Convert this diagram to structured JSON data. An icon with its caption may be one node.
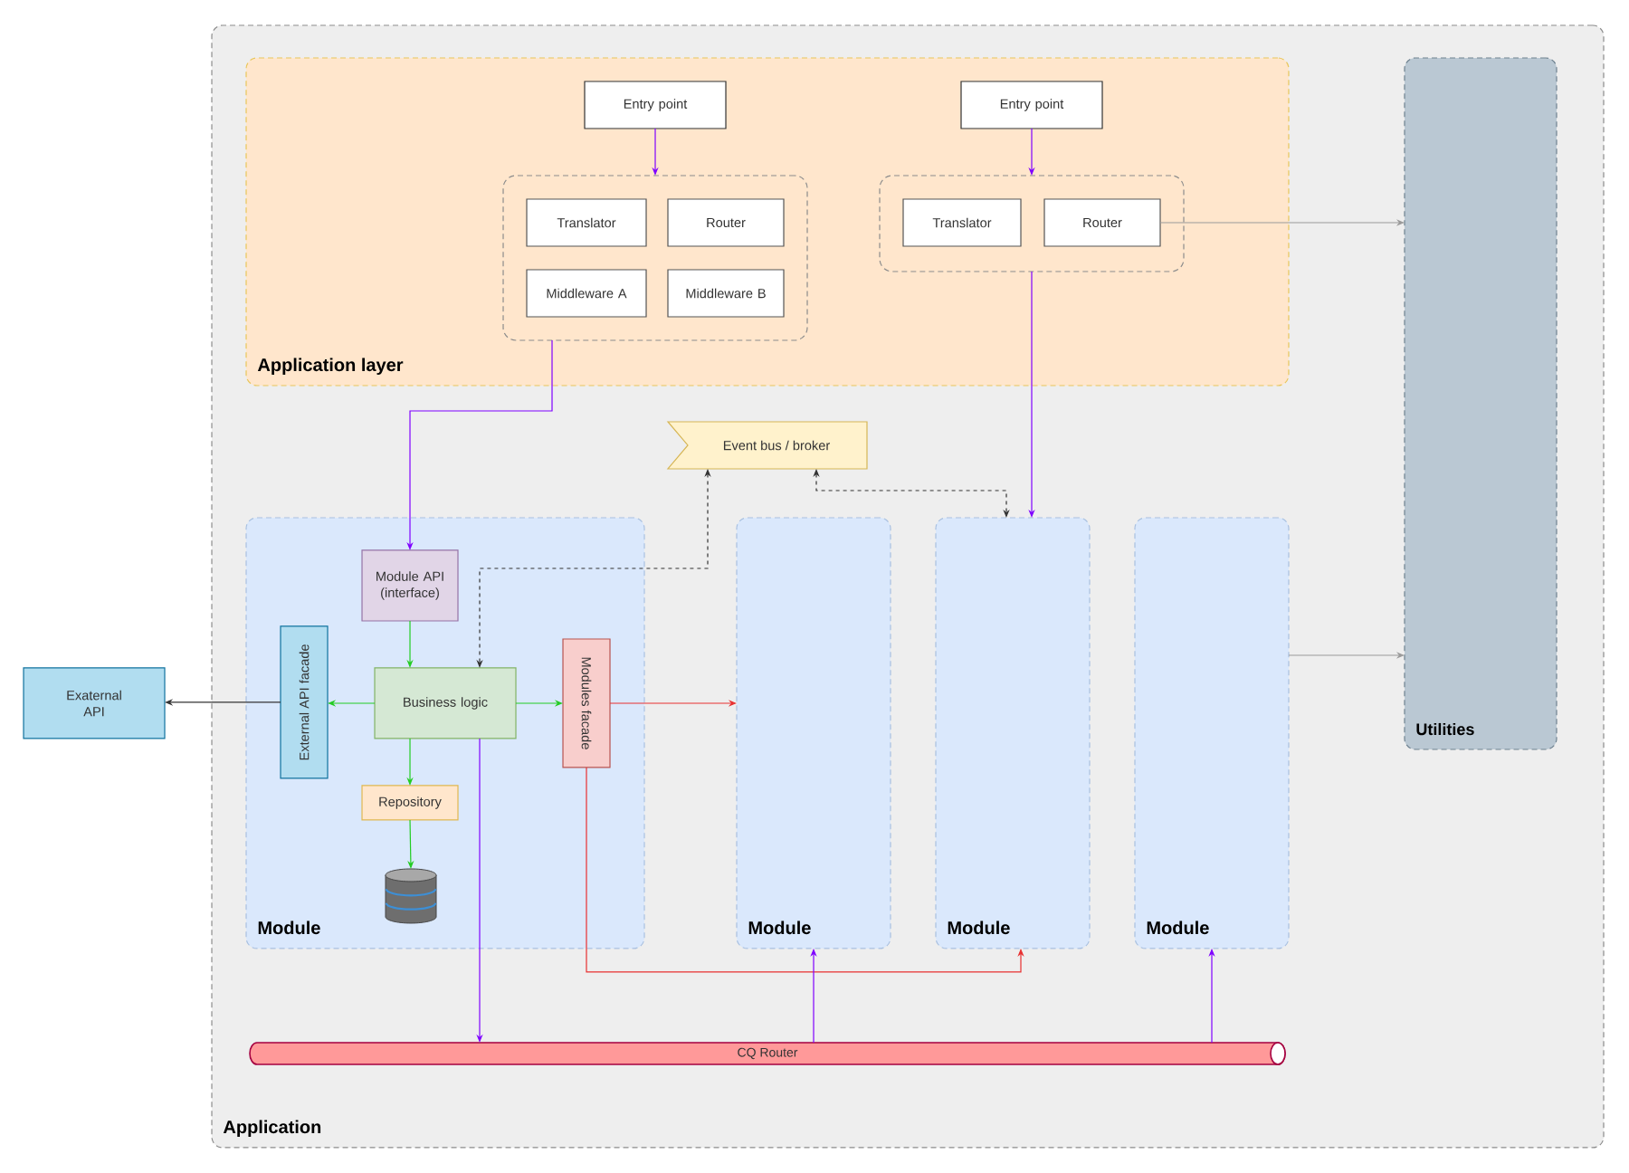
{
  "diagram": {
    "nodes": [
      {
        "text": [
          "Application"
        ]
      },
      {
        "text": [
          "Application layer"
        ],
        "in": 0
      },
      {
        "text": [
          "Entry point"
        ],
        "in": 1
      },
      {
        "text": [
          "Entry point"
        ],
        "in": 1
      },
      {
        "text": [],
        "shape": "box",
        "in": 1
      },
      {
        "text": [
          "Translator"
        ],
        "in": 4
      },
      {
        "text": [
          "Router"
        ],
        "in": 4
      },
      {
        "text": [
          "Middleware A"
        ],
        "in": 4
      },
      {
        "text": [
          "Middleware B"
        ],
        "in": 4
      },
      {
        "text": [],
        "shape": "box",
        "in": 1
      },
      {
        "text": [
          "Translator"
        ],
        "in": 9
      },
      {
        "text": [
          "Router"
        ],
        "in": 9
      },
      {
        "text": [
          "Utilities"
        ],
        "in": 0
      },
      {
        "text": [
          "Event bus / broker"
        ],
        "in": 0
      },
      {
        "text": [
          "Module"
        ],
        "in": 0
      },
      {
        "text": [
          "Module API (interface)"
        ],
        "in": 14
      },
      {
        "text": [
          "External API facade"
        ],
        "in": 14
      },
      {
        "text": [
          "Business logic"
        ],
        "in": 14
      },
      {
        "text": [
          "Modules facade"
        ],
        "in": 14
      },
      {
        "text": [
          "Repository"
        ],
        "in": 14
      },
      {
        "text": [],
        "shape": "cylinder",
        "in": 14
      },
      {
        "text": [
          "Module"
        ],
        "in": 0
      },
      {
        "text": [
          "Module"
        ],
        "in": 0
      },
      {
        "text": [
          "Module"
        ],
        "in": 0
      },
      {
        "text": [
          "CQ Router"
        ],
        "in": 0
      },
      {
        "text": [
          "Exaternal API"
        ]
      }
    ],
    "edges": [
      {
        "from": 2,
        "to": 4,
        "arrow": "to"
      },
      {
        "from": 3,
        "to": 9,
        "arrow": "to"
      },
      {
        "from": 4,
        "to": 15,
        "arrow": "to"
      },
      {
        "from": 9,
        "to": 22,
        "arrow": "to"
      },
      {
        "from": 11,
        "to": 12,
        "arrow": "to",
        "color": "#9a9a9a"
      },
      {
        "from": 23,
        "to": 12,
        "arrow": "to",
        "color": "#9a9a9a"
      },
      {
        "from": 15,
        "to": 17,
        "arrow": "to",
        "color": "#22cc22"
      },
      {
        "from": 17,
        "to": 16,
        "arrow": "to",
        "color": "#22cc22"
      },
      {
        "from": 17,
        "to": 18,
        "arrow": "to",
        "color": "#22cc22"
      },
      {
        "from": 17,
        "to": 19,
        "arrow": "to",
        "color": "#22cc22"
      },
      {
        "from": 19,
        "to": 20,
        "arrow": "to",
        "color": "#22cc22"
      },
      {
        "from": 16,
        "to": 25,
        "arrow": "to",
        "color": "#333333"
      },
      {
        "from": 13,
        "to": 17,
        "arrow": "both",
        "style": "dashed",
        "color": "#333333"
      },
      {
        "from": 13,
        "to": 22,
        "arrow": "both",
        "style": "dashed",
        "color": "#333333"
      },
      {
        "from": 18,
        "to": 21,
        "arrow": "to",
        "color": "#e83030"
      },
      {
        "from": 18,
        "to": 22,
        "arrow": "to",
        "color": "#e83030"
      },
      {
        "from": 17,
        "to": 24,
        "arrow": "to"
      },
      {
        "from": 24,
        "to": 21,
        "arrow": "to"
      },
      {
        "from": 24,
        "to": 23,
        "arrow": "to"
      }
    ]
  }
}
